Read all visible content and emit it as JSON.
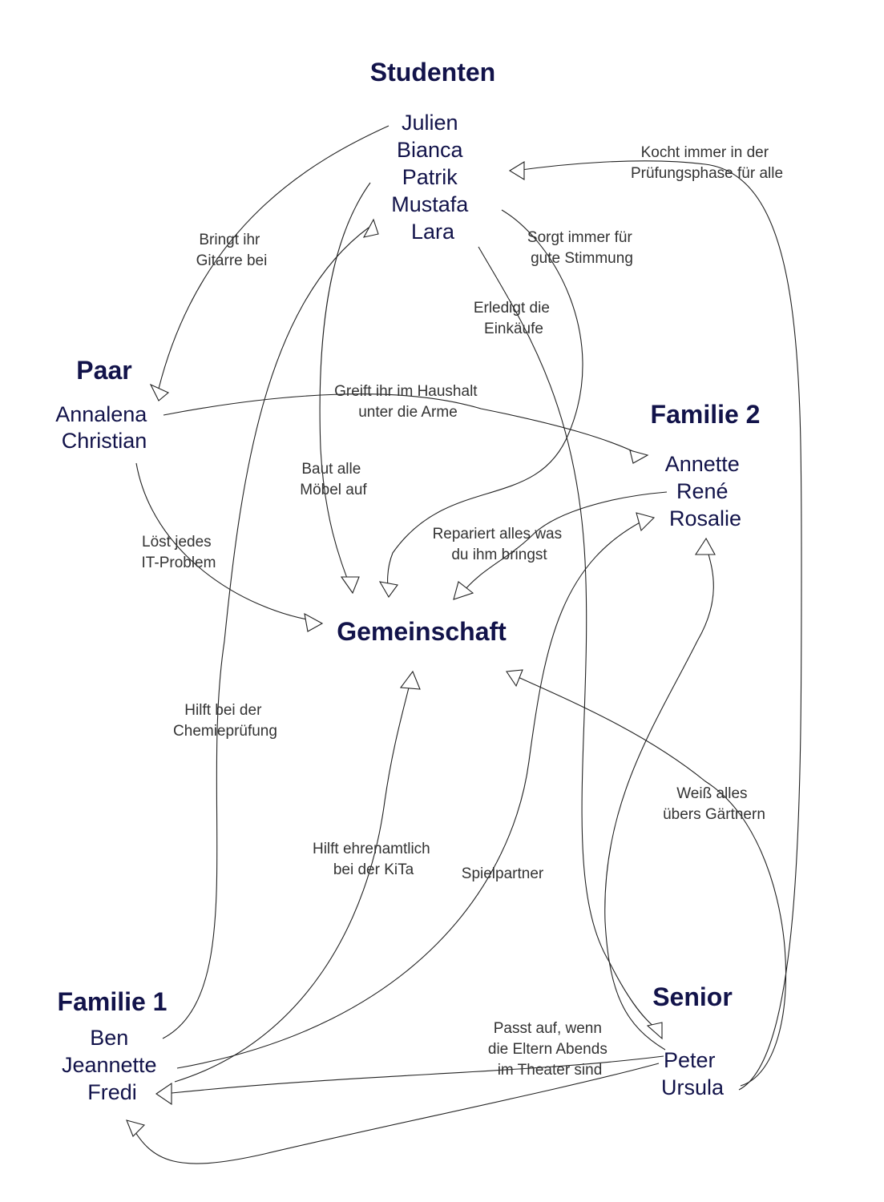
{
  "groups": {
    "studenten": {
      "title": "Studenten",
      "members": [
        "Julien",
        "Bianca",
        "Patrik",
        "Mustafa",
        "Lara"
      ]
    },
    "paar": {
      "title": "Paar",
      "members": [
        "Annalena",
        "Christian"
      ]
    },
    "familie2": {
      "title": "Familie 2",
      "members": [
        "Annette",
        "René",
        "Rosalie"
      ]
    },
    "familie1": {
      "title": "Familie 1",
      "members": [
        "Ben",
        "Jeannette",
        "Fredi"
      ]
    },
    "senior": {
      "title": "Senior",
      "members": [
        "Peter",
        "Ursula"
      ]
    }
  },
  "center": {
    "title": "Gemeinschaft"
  },
  "edges": [
    {
      "id": "gitarre",
      "from": "Studenten",
      "to": "Paar",
      "label": [
        "Bringt ihr",
        "Gitarre bei"
      ]
    },
    {
      "id": "pruefung",
      "from": "Senior",
      "to": "Studenten",
      "label": [
        "Kocht immer in der",
        "Prüfungsphase für alle"
      ]
    },
    {
      "id": "stimmung",
      "from": "Studenten",
      "to": "Gemeinschaft",
      "label": [
        "Sorgt immer für",
        "gute Stimmung"
      ]
    },
    {
      "id": "einkaeufe",
      "from": "Studenten",
      "to": "Senior",
      "label": [
        "Erledigt die",
        "Einkäufe"
      ]
    },
    {
      "id": "haushalt",
      "from": "Paar",
      "to": "Familie 2",
      "label": [
        "Greift ihr im Haushalt",
        "unter die Arme"
      ]
    },
    {
      "id": "moebel",
      "from": "Studenten",
      "to": "Gemeinschaft",
      "label": [
        "Baut alle",
        "Möbel auf"
      ]
    },
    {
      "id": "repariert",
      "from": "Familie 2",
      "to": "Gemeinschaft",
      "label": [
        "Repariert alles was",
        "du ihm bringst"
      ]
    },
    {
      "id": "it",
      "from": "Paar",
      "to": "Gemeinschaft",
      "label": [
        "Löst jedes",
        "IT-Problem"
      ]
    },
    {
      "id": "chemie",
      "from": "Familie 1",
      "to": "Studenten",
      "label": [
        "Hilft bei der",
        "Chemieprüfung"
      ]
    },
    {
      "id": "kita",
      "from": "Familie 1",
      "to": "Gemeinschaft",
      "label": [
        "Hilft ehrenamtlich",
        "bei der KiTa"
      ]
    },
    {
      "id": "spiel",
      "from": "Familie 1",
      "to": "Familie 2",
      "label": [
        "Spielpartner"
      ]
    },
    {
      "id": "garten",
      "from": "Senior",
      "to": "Gemeinschaft",
      "label": [
        "Weiß alles",
        "übers Gärtnern"
      ]
    },
    {
      "id": "theater",
      "from": "Senior",
      "to": "Familie 1",
      "label": [
        "Passt auf, wenn",
        "die Eltern Abends",
        "im Theater sind"
      ]
    }
  ]
}
